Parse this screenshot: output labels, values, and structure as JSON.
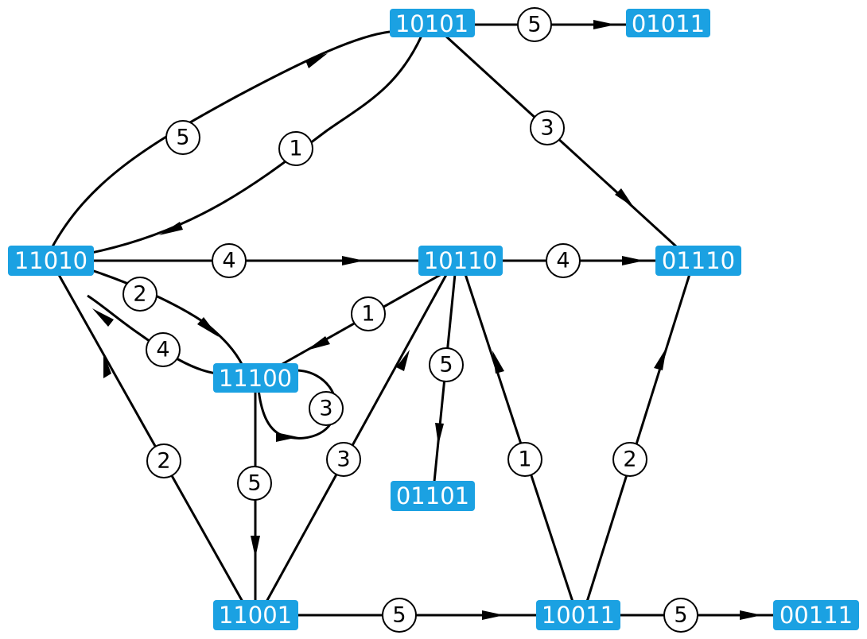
{
  "nodes": [
    {
      "id": "n10101",
      "label": "10101"
    },
    {
      "id": "n01011",
      "label": "01011"
    },
    {
      "id": "n11010",
      "label": "11010"
    },
    {
      "id": "n10110",
      "label": "10110"
    },
    {
      "id": "n01110",
      "label": "01110"
    },
    {
      "id": "n11100",
      "label": "11100"
    },
    {
      "id": "n01101",
      "label": "01101"
    },
    {
      "id": "n11001",
      "label": "11001"
    },
    {
      "id": "n10011",
      "label": "10011"
    },
    {
      "id": "n00111",
      "label": "00111"
    }
  ],
  "edges": [
    {
      "from": "11010",
      "to": "10101",
      "label": "5"
    },
    {
      "from": "10101",
      "to": "11010",
      "label": "1"
    },
    {
      "from": "10101",
      "to": "01011",
      "label": "5"
    },
    {
      "from": "10101",
      "to": "01110",
      "label": "3"
    },
    {
      "from": "11010",
      "to": "10110",
      "label": "4"
    },
    {
      "from": "10110",
      "to": "01110",
      "label": "4"
    },
    {
      "from": "11010",
      "to": "11100",
      "label": "2"
    },
    {
      "from": "11100",
      "to": "11010",
      "label": "4"
    },
    {
      "from": "10110",
      "to": "11100",
      "label": "1"
    },
    {
      "from": "11100",
      "to": "11100",
      "label": "3"
    },
    {
      "from": "10110",
      "to": "01101",
      "label": "5"
    },
    {
      "from": "11100",
      "to": "11001",
      "label": "5"
    },
    {
      "from": "11001",
      "to": "11010",
      "label": "2"
    },
    {
      "from": "11001",
      "to": "10110",
      "label": "3"
    },
    {
      "from": "10011",
      "to": "10110",
      "label": "1"
    },
    {
      "from": "10011",
      "to": "01110",
      "label": "2"
    },
    {
      "from": "11001",
      "to": "10011",
      "label": "5"
    },
    {
      "from": "10011",
      "to": "00111",
      "label": "5"
    }
  ]
}
